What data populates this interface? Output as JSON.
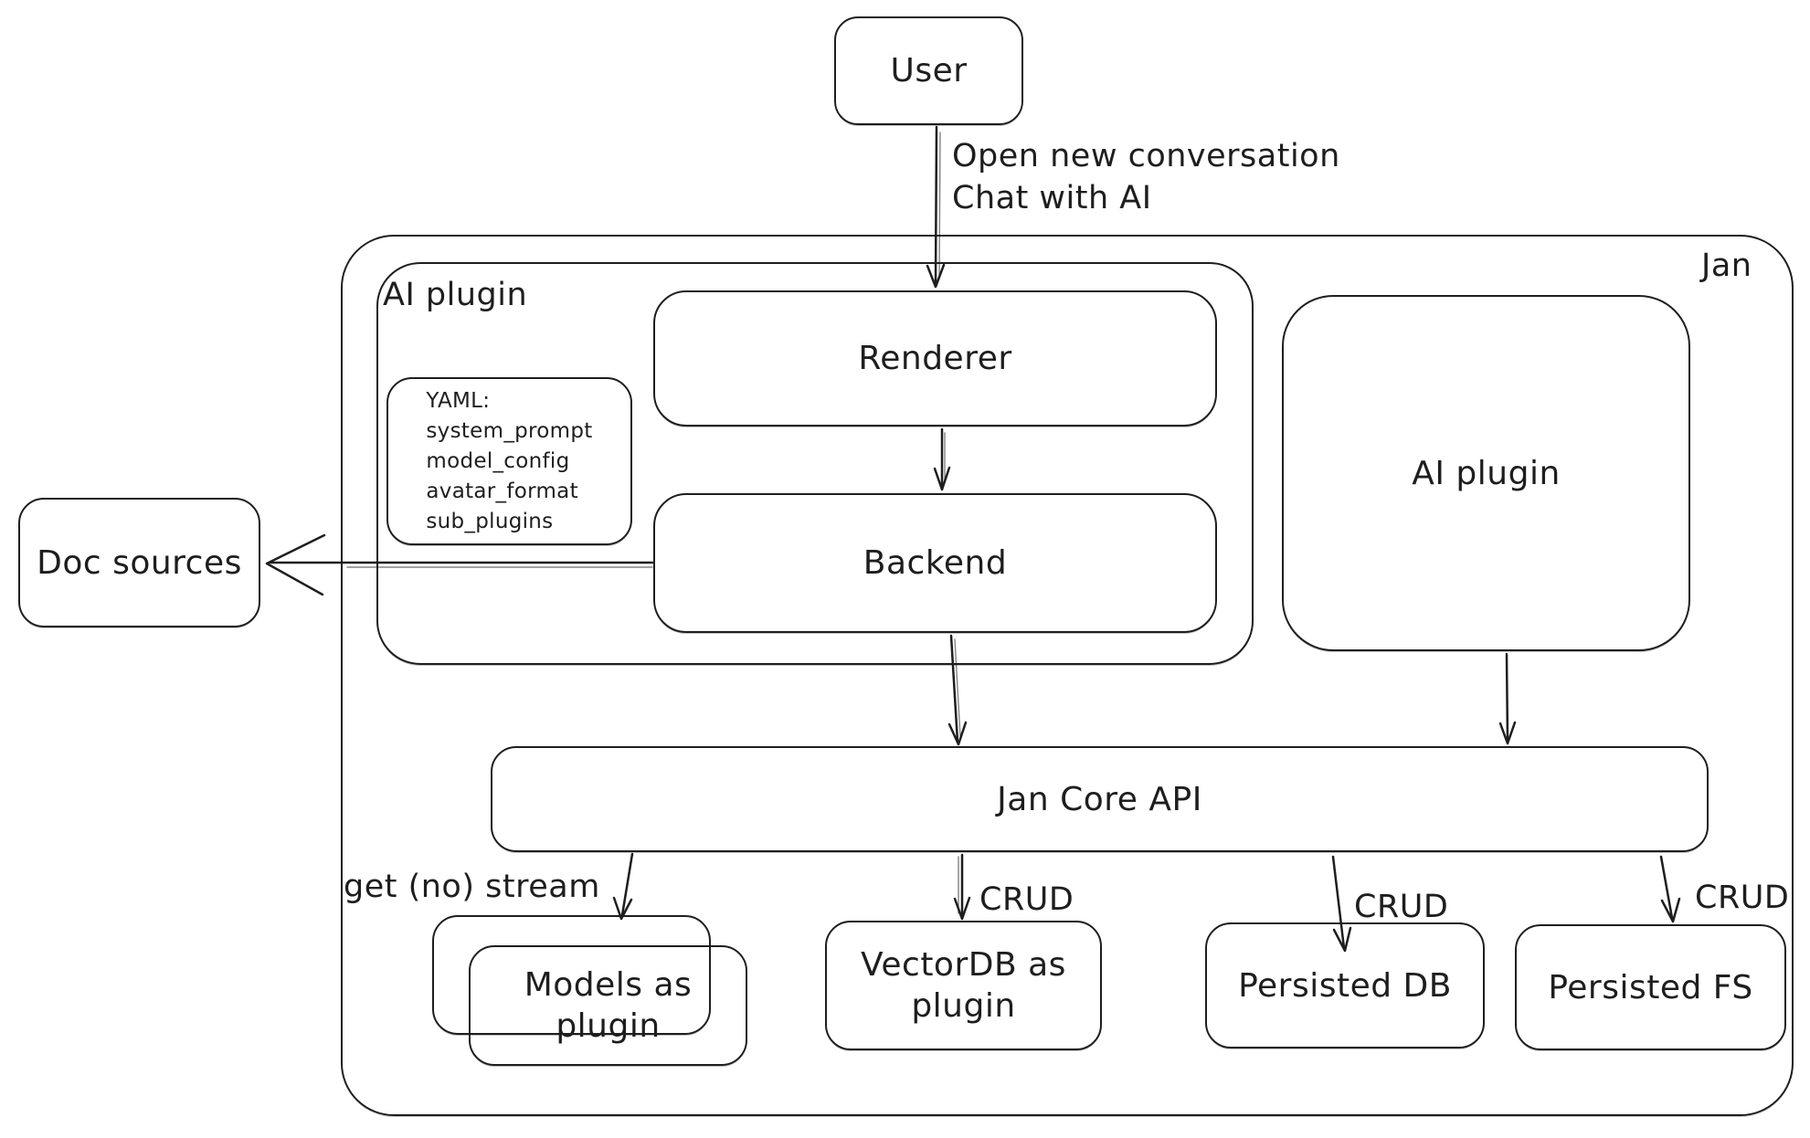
{
  "colors": {
    "stroke": "#1e1e1e",
    "background": "#ffffff"
  },
  "nodes": {
    "user": {
      "label": "User"
    },
    "jan": {
      "label": "Jan"
    },
    "ai_plugin_left": {
      "label": "AI plugin"
    },
    "renderer": {
      "label": "Renderer"
    },
    "backend": {
      "label": "Backend"
    },
    "yaml_note": {
      "lines": [
        "YAML:",
        "system_prompt",
        "model_config",
        "avatar_format",
        "sub_plugins"
      ]
    },
    "ai_plugin_right": {
      "label": "AI plugin"
    },
    "doc_sources": {
      "label": "Doc sources"
    },
    "jan_core_api": {
      "label": "Jan Core API"
    },
    "models_as_plugin": {
      "label": "Models as plugin"
    },
    "vectordb_as_plugin": {
      "label": "VectorDB as plugin"
    },
    "persisted_db": {
      "label": "Persisted DB"
    },
    "persisted_fs": {
      "label": "Persisted FS"
    }
  },
  "edges": {
    "user_to_renderer": {
      "label_line1": "Open new conversation",
      "label_line2": "Chat with AI"
    },
    "jan_core_to_models": {
      "label": "get (no) stream"
    },
    "jan_core_to_vectordb": {
      "label": "CRUD"
    },
    "jan_core_to_persisted_db": {
      "label": "CRUD"
    },
    "jan_core_to_persisted_fs": {
      "label": "CRUD"
    }
  }
}
